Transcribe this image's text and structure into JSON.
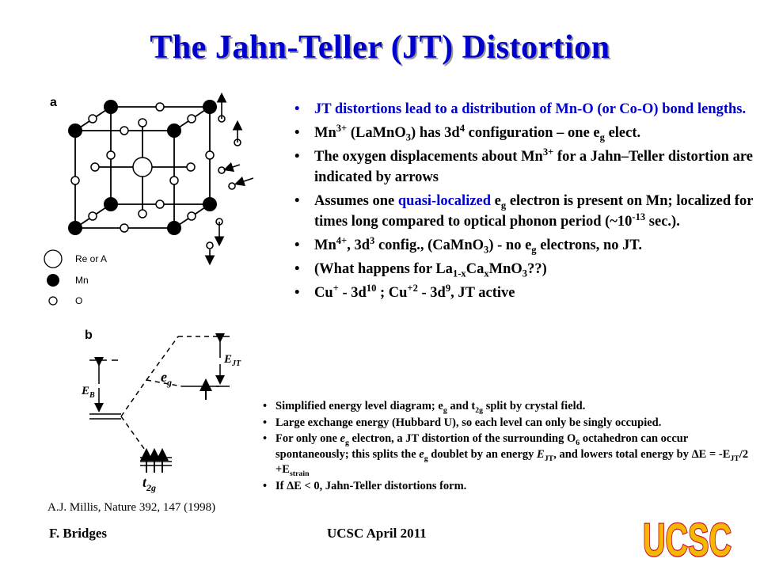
{
  "title": "The Jahn-Teller (JT) Distortion",
  "bullets": {
    "b1": "JT distortions lead to a distribution of Mn-O (or Co-O) bond lengths.",
    "b2": {
      "a": "Mn",
      "b": "3+",
      "c": " (LaMnO",
      "d": "3",
      "e": ") has 3d",
      "f": "4",
      "g": " configuration – one e",
      "h": "g",
      "i": " elect."
    },
    "b3": {
      "a": "The oxygen displacements about Mn",
      "b": "3+",
      "c": "  for a Jahn–Teller distortion are indicated by arrows"
    },
    "b4": {
      "a": "Assumes one ",
      "b": "quasi-localized",
      "c": " e",
      "d": "g",
      "e": " electron is present on Mn; localized for times long compared to optical phonon period (~10",
      "f": "-13",
      "g": " sec.)."
    },
    "b5": {
      "a": " Mn",
      "b": "4+",
      "c": ", 3d",
      "d": "3",
      "e": " config., (CaMnO",
      "f": "3",
      "g": ") - no e",
      "h": "g",
      "i": " electrons, no JT."
    },
    "b6": {
      "a": "(What happens for La",
      "b": "1-x",
      "c": "Ca",
      "d": "x",
      "e": "MnO",
      "f": "3",
      "g": "??)"
    },
    "b7": {
      "a": "Cu",
      "b": "+",
      "c": "  - 3d",
      "d": "10",
      "e": " ;  Cu",
      "f": "+2",
      "g": " - 3d",
      "h": "9",
      "i": ",  JT active"
    }
  },
  "notes": {
    "n1": {
      "a": "Simplified energy level diagram; e",
      "b": "g",
      "c": "  and t",
      "d": "2g",
      "e": " split by crystal field."
    },
    "n2": " Large exchange energy (Hubbard U), so each level can only be singly occupied.",
    "n3": {
      "a": "For only one  ",
      "b": "e",
      "c": "g",
      "d": " electron, a JT distortion of the surrounding O",
      "e": "6",
      "f": " octahedron can occur spontaneously; this splits the ",
      "g": "e",
      "h": "g",
      "i": " doublet by an energy ",
      "j": "E",
      "k": "JT",
      "l": ", and lowers total energy by ΔE = -E",
      "m": "JT",
      "n": "/2 +E",
      "o": "strain"
    },
    "n4": "If ΔE < 0, Jahn-Teller distortions form."
  },
  "figure": {
    "panel_a": "a",
    "panel_b": "b",
    "legend_re": "Re or A",
    "legend_mn": "Mn",
    "legend_o": "O",
    "label_eg_e": "e",
    "label_eg_g": "g",
    "label_ejt_e": "E",
    "label_ejt_sub": "JT",
    "label_eb_e": "E",
    "label_eb_sub": "B",
    "label_t2g_t": "t",
    "label_t2g_sub": "2g"
  },
  "caption": "A.J. Millis, Nature 392, 147 (1998)",
  "footer": {
    "author": "F. Bridges",
    "event": "UCSC April 2011"
  },
  "logo_text": "UCSC",
  "colors": {
    "title": "#0000cc",
    "logo_fill": "#f5b800",
    "logo_stroke": "#c8102e"
  }
}
